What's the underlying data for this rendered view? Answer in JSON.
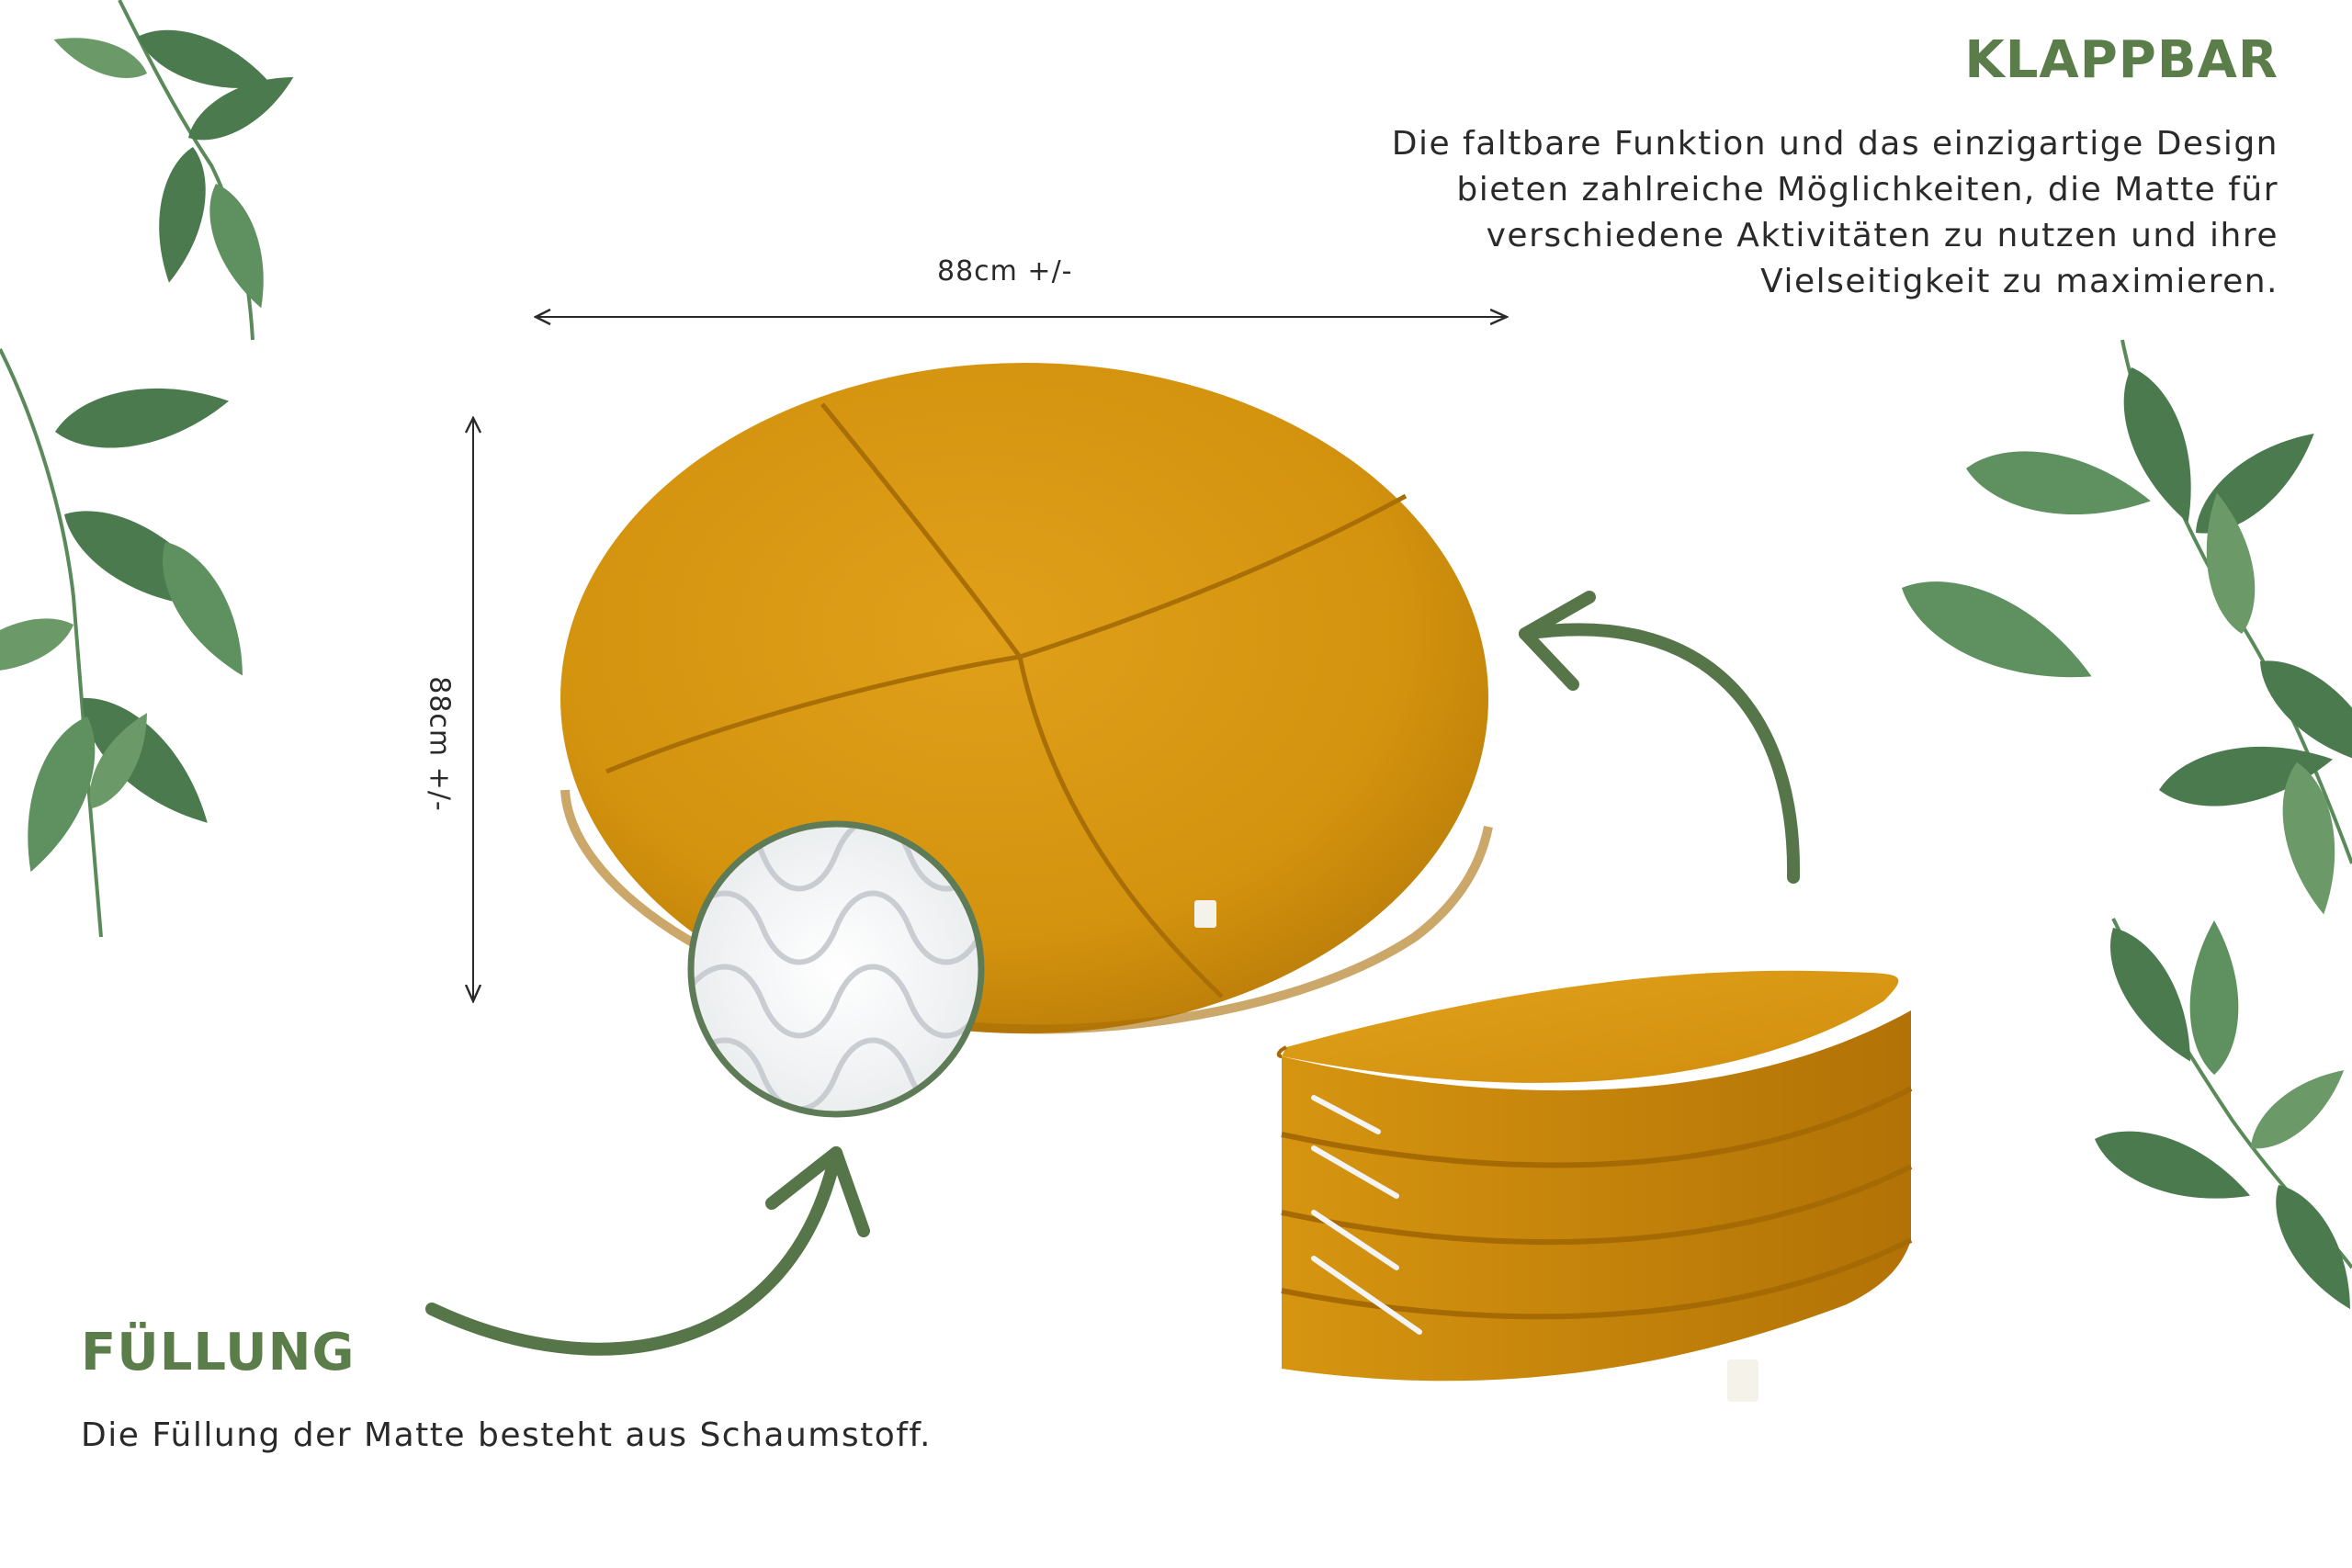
{
  "klappbar": {
    "title": "KLAPPBAR",
    "text": "Die faltbare Funktion und das einzigartige Design\nbieten zahlreiche Möglichkeiten, die Matte für\nverschiedene Aktivitäten zu nutzen und ihre\nVielseitigkeit zu maximieren."
  },
  "fuellung": {
    "title": "FÜLLUNG",
    "text": "Die Füllung der Matte besteht aus Schaumstoff."
  },
  "dimensions": {
    "width_label": "88cm +/-",
    "height_label": "88cm +/-"
  },
  "colors": {
    "heading": "#5a7d4a",
    "arrow": "#56764a",
    "mat": "#d4930e",
    "mat_dark": "#b5780a",
    "leaf": "#4a7a4e",
    "foam_ring": "#5e7b58"
  },
  "icons": {
    "leaves": "leaf-branch",
    "arrows": "curved-arrow"
  }
}
